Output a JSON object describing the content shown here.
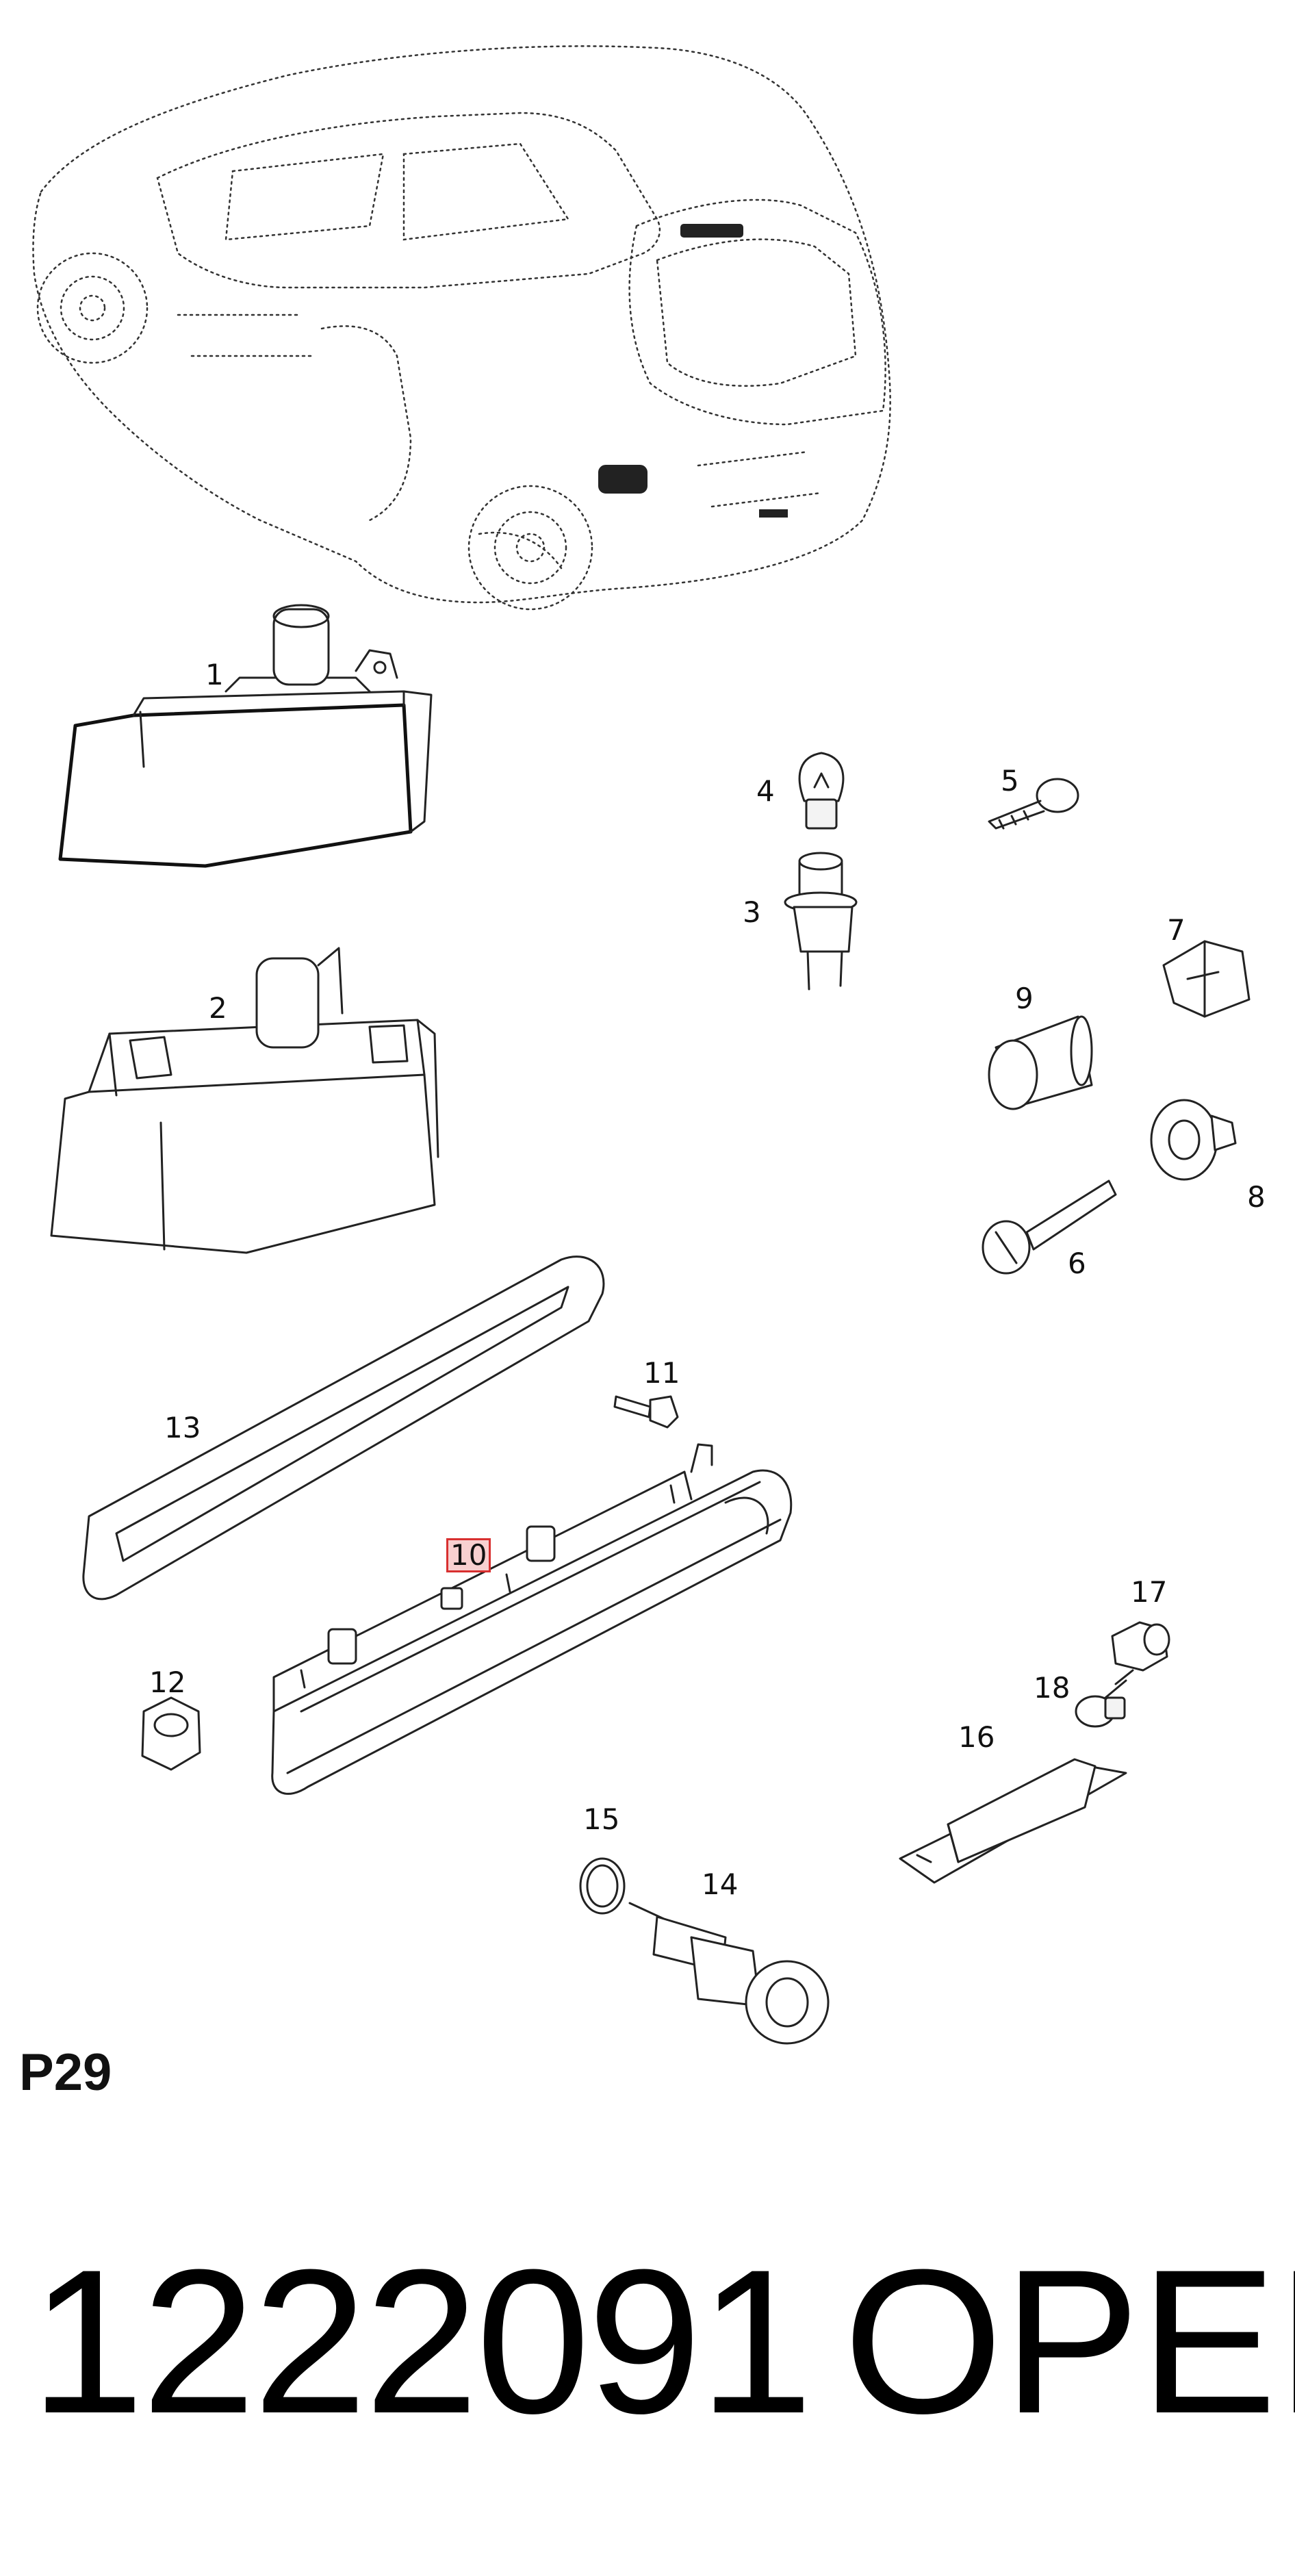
{
  "callouts": [
    {
      "id": "1",
      "highlighted": false
    },
    {
      "id": "2",
      "highlighted": false
    },
    {
      "id": "3",
      "highlighted": false
    },
    {
      "id": "4",
      "highlighted": false
    },
    {
      "id": "5",
      "highlighted": false
    },
    {
      "id": "6",
      "highlighted": false
    },
    {
      "id": "7",
      "highlighted": false
    },
    {
      "id": "8",
      "highlighted": false
    },
    {
      "id": "9",
      "highlighted": false
    },
    {
      "id": "10",
      "highlighted": true
    },
    {
      "id": "11",
      "highlighted": false
    },
    {
      "id": "12",
      "highlighted": false
    },
    {
      "id": "13",
      "highlighted": false
    },
    {
      "id": "14",
      "highlighted": false
    },
    {
      "id": "15",
      "highlighted": false
    },
    {
      "id": "16",
      "highlighted": false
    },
    {
      "id": "17",
      "highlighted": false
    },
    {
      "id": "18",
      "highlighted": false
    }
  ],
  "sheet_code": "P29",
  "part_number": "1222091",
  "brand": "OPEL",
  "colors": {
    "line": "#222222",
    "highlight_border": "#d83030",
    "highlight_fill": "#f8d0d0",
    "text": "#000000"
  }
}
